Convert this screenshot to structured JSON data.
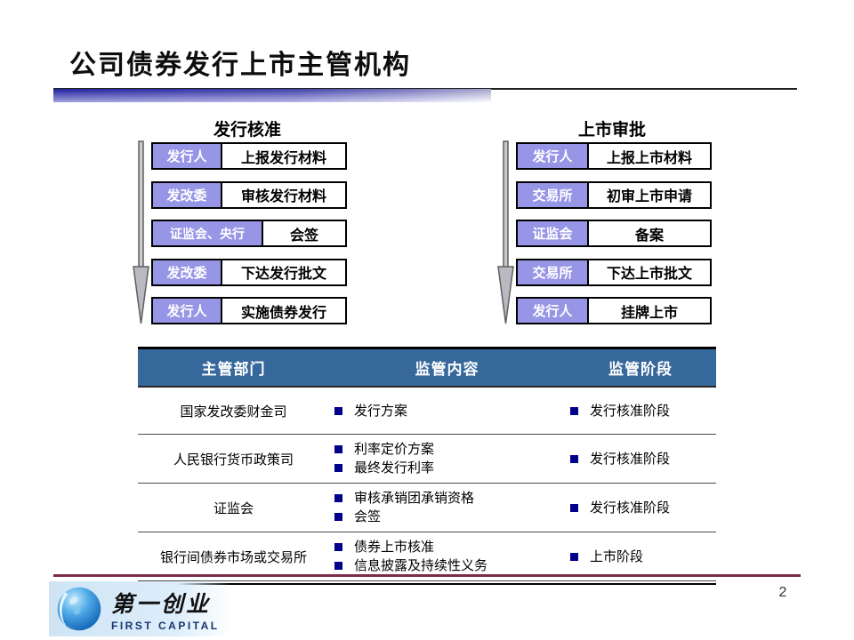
{
  "slide": {
    "title": "公司债券发行上市主管机构",
    "page_number": "2"
  },
  "flowcharts": [
    {
      "title": "发行核准",
      "steps": [
        {
          "actor": "发行人",
          "action": "上报发行材料"
        },
        {
          "actor": "发改委",
          "action": "审核发行材料"
        },
        {
          "actor": "证监会、央行",
          "action": "会签"
        },
        {
          "actor": "发改委",
          "action": "下达发行批文"
        },
        {
          "actor": "发行人",
          "action": "实施债券发行"
        }
      ]
    },
    {
      "title": "上市审批",
      "steps": [
        {
          "actor": "发行人",
          "action": "上报上市材料"
        },
        {
          "actor": "交易所",
          "action": "初审上市申请"
        },
        {
          "actor": "证监会",
          "action": "备案"
        },
        {
          "actor": "交易所",
          "action": "下达上市批文"
        },
        {
          "actor": "发行人",
          "action": "挂牌上市"
        }
      ]
    }
  ],
  "table": {
    "headers": [
      "主管部门",
      "监管内容",
      "监管阶段"
    ],
    "rows": [
      {
        "department": "国家发改委财金司",
        "content": [
          "发行方案"
        ],
        "stage": [
          "发行核准阶段"
        ]
      },
      {
        "department": "人民银行货币政策司",
        "content": [
          "利率定价方案",
          "最终发行利率"
        ],
        "stage": [
          "发行核准阶段"
        ]
      },
      {
        "department": "证监会",
        "content": [
          "审核承销团承销资格",
          "会签"
        ],
        "stage": [
          "发行核准阶段"
        ]
      },
      {
        "department": "银行间债券市场或交易所",
        "content": [
          "债券上市核准",
          "信息披露及持续性义务"
        ],
        "stage": [
          "上市阶段"
        ]
      }
    ]
  },
  "footer": {
    "logo_cn": "第一创业",
    "logo_en": "FIRST CAPITAL"
  },
  "colors": {
    "actor_label_bg": "#9795E6",
    "table_header_bg": "#36689B",
    "bullet": "#00008B",
    "footer_rule": "#7C2B4D",
    "title_bar_blue": "#2B2BB4",
    "logo_en_blue": "#16356E"
  },
  "icons": {
    "arrow_down": "flow-direction arrow",
    "globe": "first-capital globe logo"
  }
}
